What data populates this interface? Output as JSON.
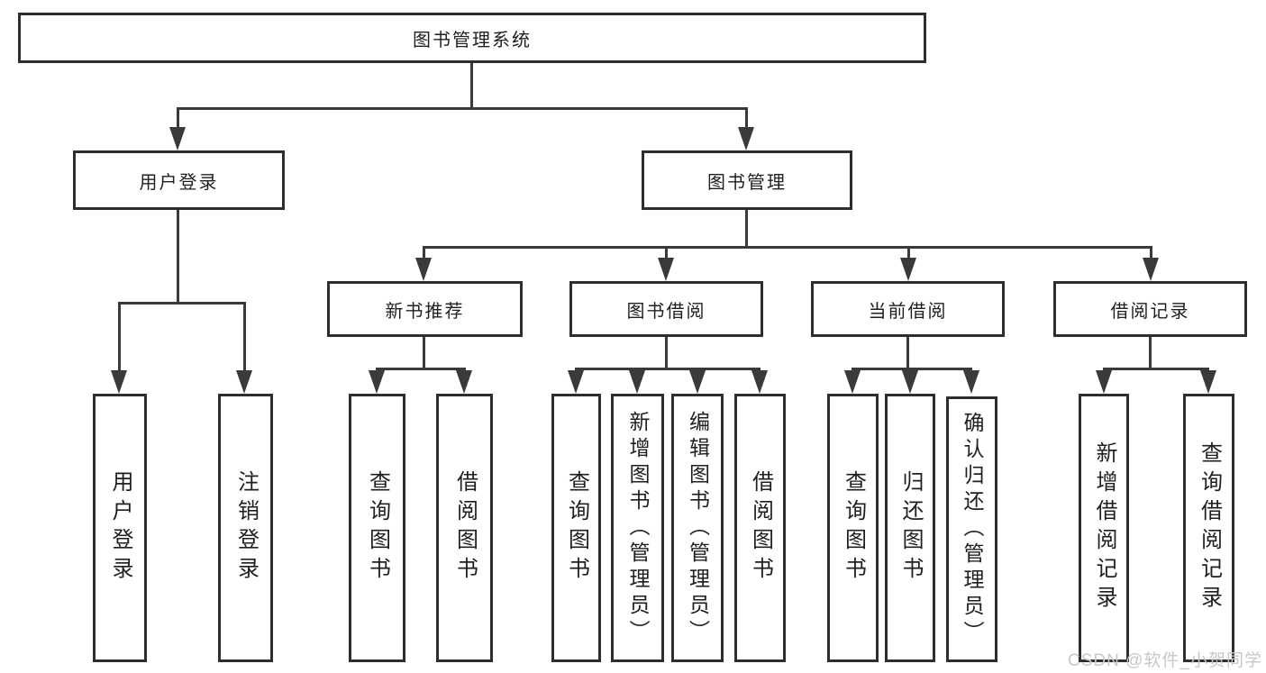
{
  "tree": {
    "label": "图书管理系统",
    "children": [
      {
        "label": "用户登录",
        "children": [
          {
            "label": "用户登录"
          },
          {
            "label": "注销登录"
          }
        ]
      },
      {
        "label": "图书管理",
        "children": [
          {
            "label": "新书推荐",
            "children": [
              {
                "label": "查询图书"
              },
              {
                "label": "借阅图书"
              }
            ]
          },
          {
            "label": "图书借阅",
            "children": [
              {
                "label": "查询图书"
              },
              {
                "label": "新增图书（管理员）"
              },
              {
                "label": "编辑图书（管理员）"
              },
              {
                "label": "借阅图书"
              }
            ]
          },
          {
            "label": "当前借阅",
            "children": [
              {
                "label": "查询图书"
              },
              {
                "label": "归还图书"
              },
              {
                "label": "确认归还（管理员）"
              }
            ]
          },
          {
            "label": "借阅记录",
            "children": [
              {
                "label": "新增借阅记录"
              },
              {
                "label": "查询借阅记录"
              }
            ]
          }
        ]
      }
    ]
  },
  "watermark": "CSDN @软件_小贺同学",
  "colors": {
    "line": "#3a3a3a",
    "box_border": "#2e2e2e",
    "text": "#1f1f1f",
    "watermark": "#c8c8cc",
    "background": "#ffffff"
  }
}
